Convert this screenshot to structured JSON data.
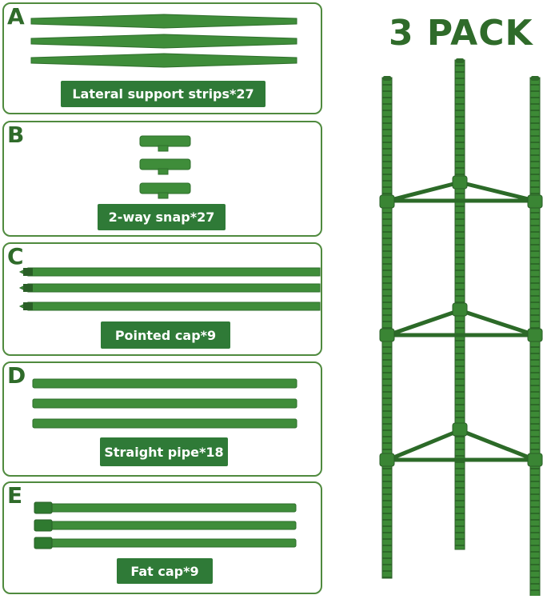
{
  "title": "3 PACK",
  "colors": {
    "green_dark": "#2f6b2a",
    "green_rod": "#3d8a36",
    "label_bg": "#2f7a37",
    "border": "#4f8a3e"
  },
  "parts": [
    {
      "letter": "A",
      "label": "Lateral support strips*27"
    },
    {
      "letter": "B",
      "label": "2-way snap*27"
    },
    {
      "letter": "C",
      "label": "Pointed cap*9"
    },
    {
      "letter": "D",
      "label": "Straight pipe*18"
    },
    {
      "letter": "E",
      "label": "Fat cap*9"
    }
  ]
}
